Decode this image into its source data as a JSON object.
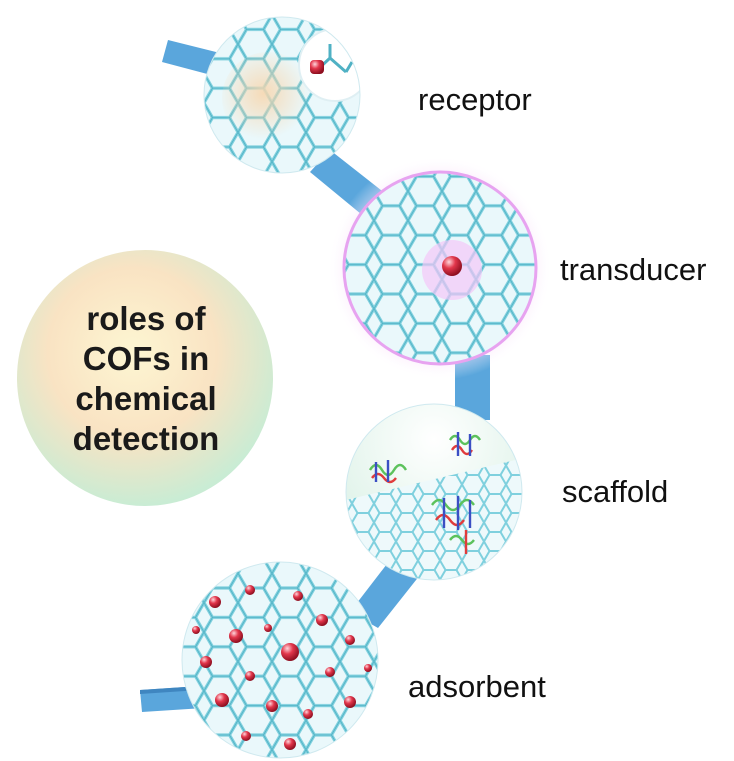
{
  "center": {
    "lines": [
      "roles of",
      "COFs in",
      "chemical",
      "detection"
    ]
  },
  "roles": {
    "receptor": "receptor",
    "transducer": "transducer",
    "scaffold": "scaffold",
    "adsorbent": "adsorbent"
  },
  "colors": {
    "ribbon": "#5aa6dc",
    "ribbon_dark": "#3f86c0",
    "lattice": "#7fd0de",
    "lattice_dark": "#4fb1c4",
    "analyte": "#d8243a",
    "transducer_glow": "#e7a3f0",
    "receptor_highlight": "#f7d7b0"
  },
  "icons": [
    "hexagonal-lattice-icon",
    "analyte-sphere-icon",
    "receptor-binding-site-icon",
    "biomolecule-strand-icon"
  ]
}
